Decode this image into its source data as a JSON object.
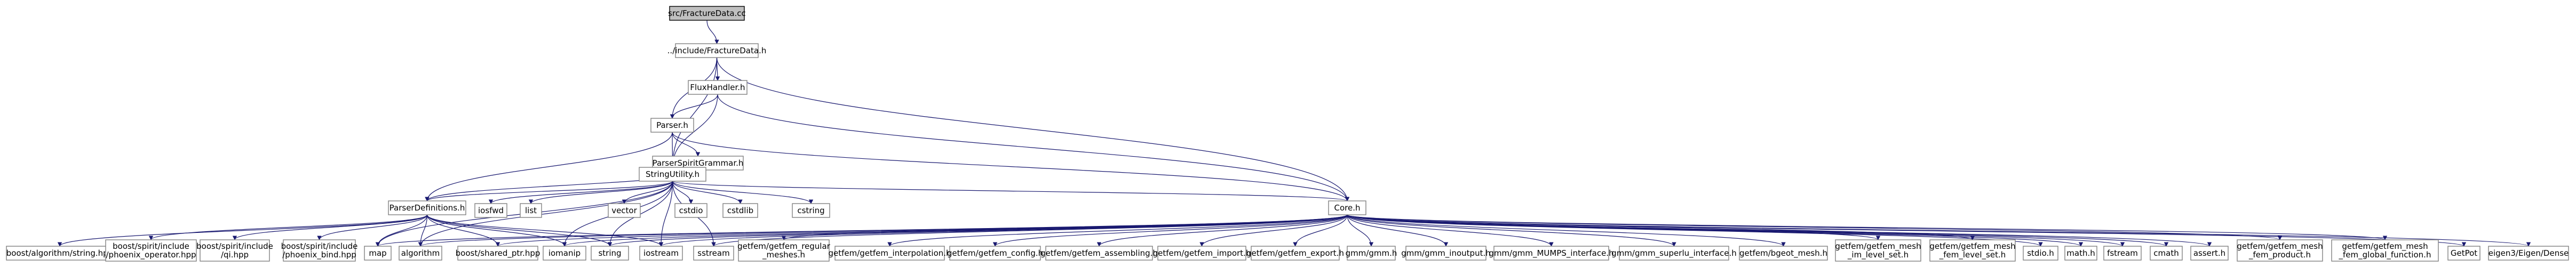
{
  "graph": {
    "nodes": {
      "root": "src/FractureData.cc",
      "fractureData": "../include/FractureData.h",
      "fluxHandler": "FluxHandler.h",
      "parser": "Parser.h",
      "parserSpiritGrammar": "ParserSpiritGrammar.h",
      "stringUtility": "StringUtility.h",
      "parserDefinitions": "ParserDefinitions.h",
      "core": "Core.h",
      "iosfwd": "iosfwd",
      "list": "list",
      "vector": "vector",
      "cstdio": "cstdio",
      "cstdlib": "cstdlib",
      "cstring": "cstring",
      "boostAlgoString": "boost/algorithm/string.hpp",
      "boostPhoenixOperator": "boost/spirit/include\n/phoenix_operator.hpp",
      "boostQi": "boost/spirit/include\n/qi.hpp",
      "boostPhoenixBind": "boost/spirit/include\n/phoenix_bind.hpp",
      "map": "map",
      "algorithm": "algorithm",
      "boostSharedPtr": "boost/shared_ptr.hpp",
      "iomanip": "iomanip",
      "string": "string",
      "iostream": "iostream",
      "sstream": "sstream",
      "getfemRegularMeshes": "getfem/getfem_regular\n_meshes.h",
      "getfemInterpolation": "getfem/getfem_interpolation.h",
      "getfemConfig": "getfem/getfem_config.h",
      "getfemAssembling": "getfem/getfem_assembling.h",
      "getfemImport": "getfem/getfem_import.h",
      "getfemExport": "getfem/getfem_export.h",
      "gmm": "gmm/gmm.h",
      "gmmInoutput": "gmm/gmm_inoutput.h",
      "gmmMumps": "gmm/gmm_MUMPS_interface.h",
      "gmmSuperlu": "gmm/gmm_superlu_interface.h",
      "getfemBgeot": "getfem/bgeot_mesh.h",
      "getfemMeshImLevelSet": "getfem/getfem_mesh\n_im_level_set.h",
      "getfemMeshFemLevelSet": "getfem/getfem_mesh\n_fem_level_set.h",
      "stdio": "stdio.h",
      "math": "math.h",
      "fstream": "fstream",
      "cmath": "cmath",
      "assert": "assert.h",
      "getfemMeshFemProduct": "getfem/getfem_mesh\n_fem_product.h",
      "getfemMeshFemGlobal": "getfem/getfem_mesh\n_fem_global_function.h",
      "getPot": "GetPot",
      "eigenDense": "eigen3/Eigen/Dense"
    },
    "edge_color": "#191970",
    "root_fill": "#bfbfbf"
  }
}
